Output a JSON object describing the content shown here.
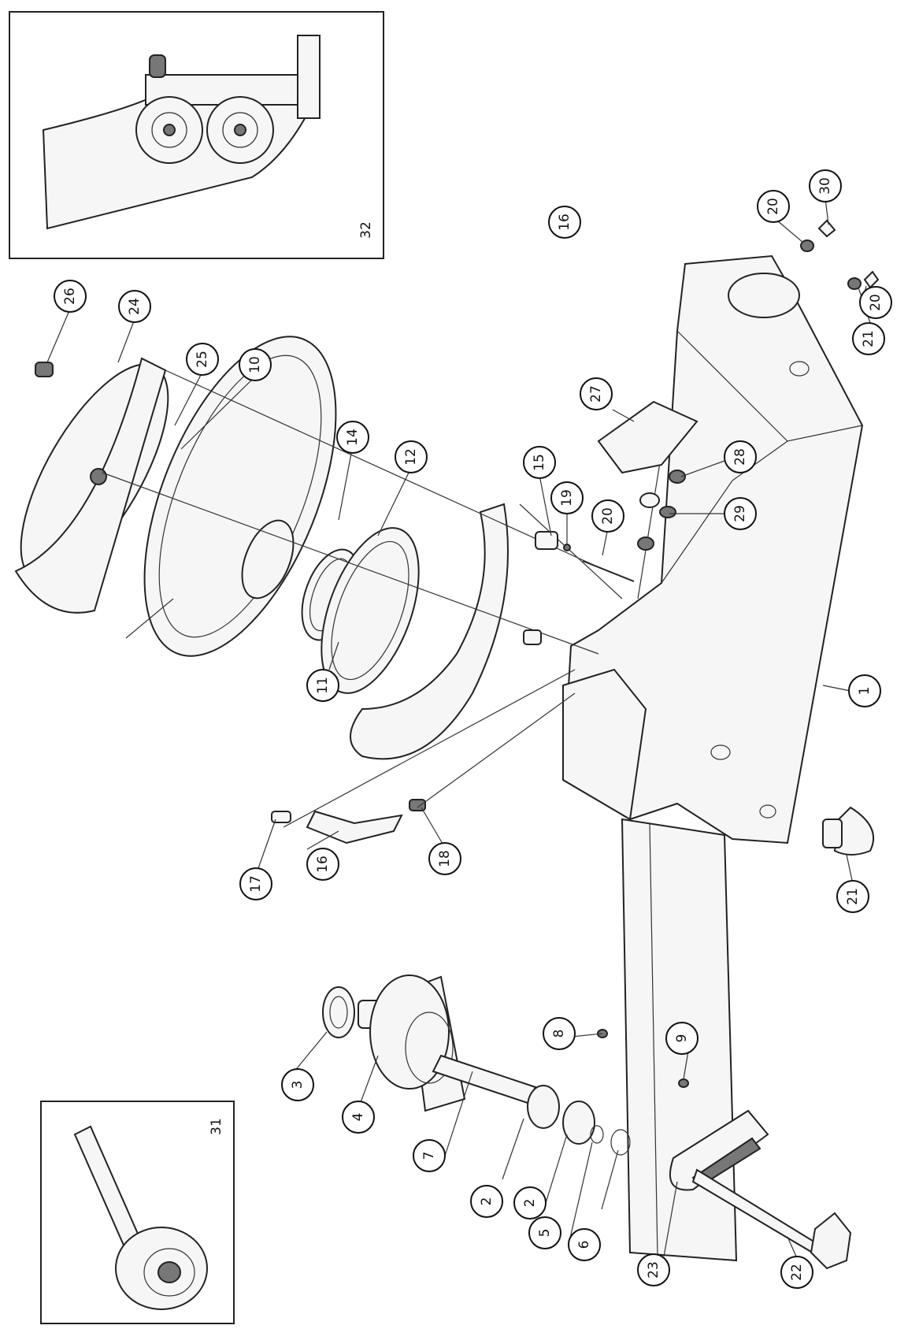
{
  "parts": [
    "1",
    "2",
    "2",
    "3",
    "4",
    "5",
    "6",
    "7",
    "8",
    "9",
    "10",
    "11",
    "12",
    "14",
    "15",
    "16",
    "16",
    "17",
    "18",
    "19",
    "20",
    "20",
    "20",
    "21",
    "21",
    "22",
    "23",
    "24",
    "25",
    "26",
    "27",
    "28",
    "29",
    "30"
  ],
  "insets": {
    "left": "31",
    "right": "32"
  }
}
